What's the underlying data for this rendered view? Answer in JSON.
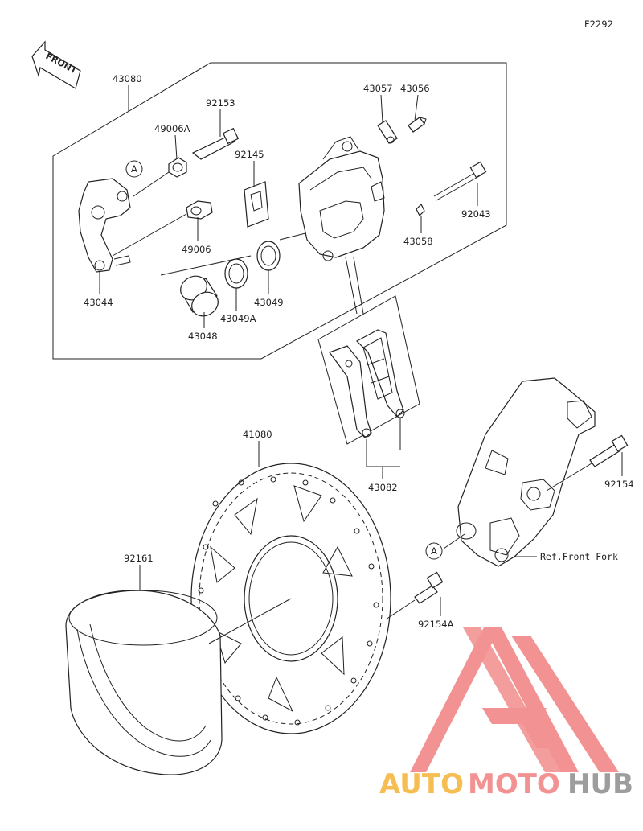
{
  "diagram_code": "F2292",
  "front_label": "FRONT",
  "ref_marker": "A",
  "ref_note": "Ref.Front Fork",
  "parts": {
    "p43080": "43080",
    "p92153": "92153",
    "p49006a": "49006A",
    "p92145": "92145",
    "p43057": "43057",
    "p43056": "43056",
    "p92043": "92043",
    "p43058": "43058",
    "p49006": "49006",
    "p43044": "43044",
    "p43049": "43049",
    "p43049a": "43049A",
    "p43048": "43048",
    "p43082": "43082",
    "p41080": "41080",
    "p92161": "92161",
    "p92154": "92154",
    "p92154a": "92154A"
  },
  "watermark": {
    "auto": "AUTO",
    "moto": "MOTO",
    "hub": "HUB",
    "color_auto": "#F5B335",
    "color_moto": "#F08080",
    "color_hub": "#8C8C8C"
  }
}
